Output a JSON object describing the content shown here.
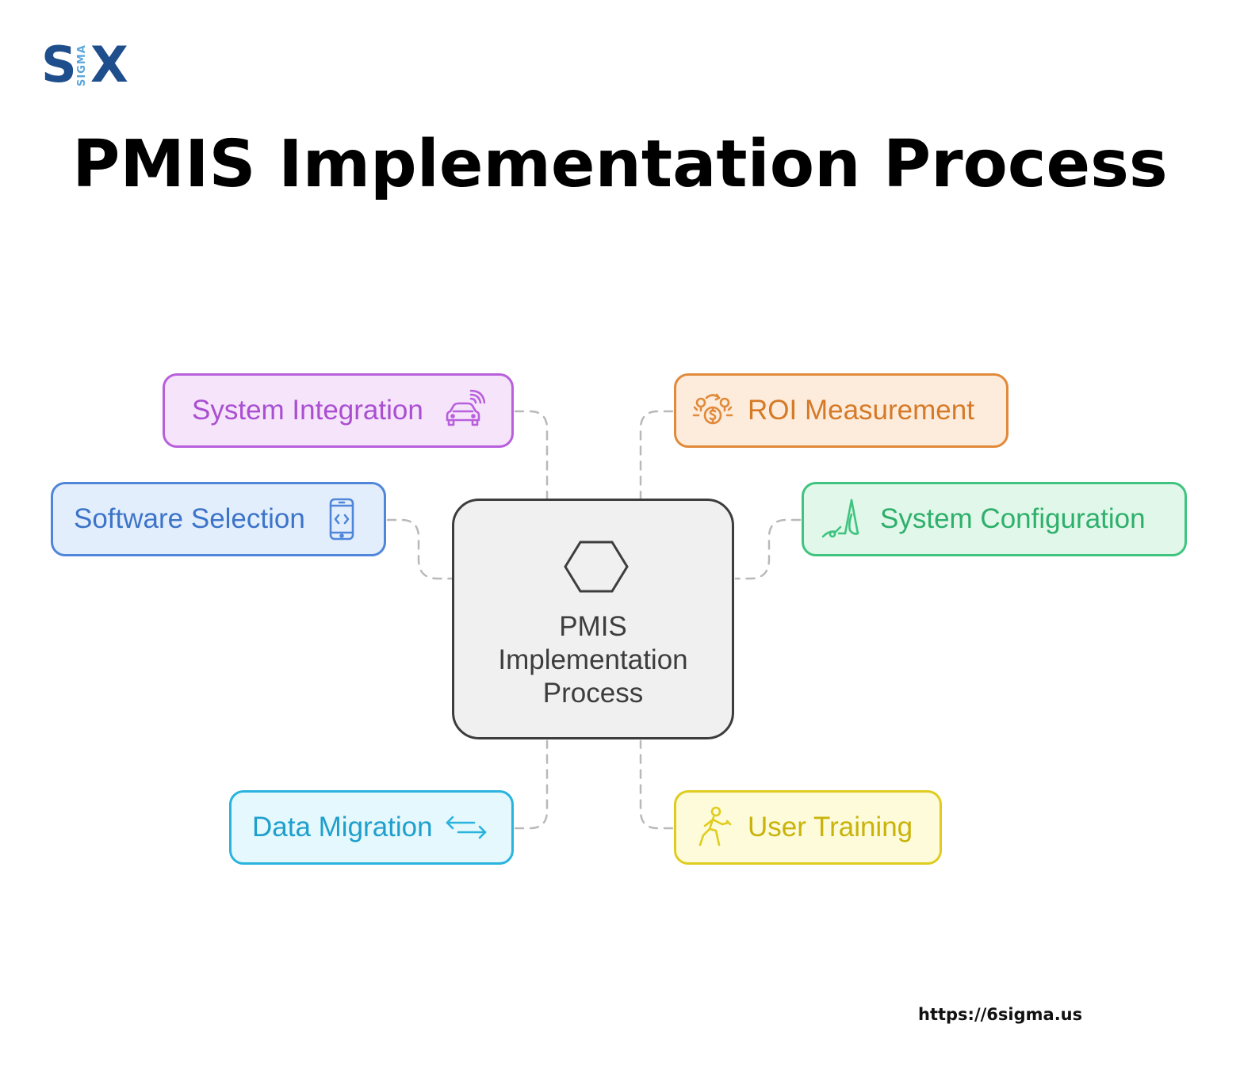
{
  "logo": {
    "left_letter": "S",
    "middle_text": "SIGMA",
    "right_letter": "X"
  },
  "title": "PMIS Implementation Process",
  "center": {
    "label_line1": "PMIS",
    "label_line2": "Implementation",
    "label_line3": "Process",
    "icon": "hexagon-icon"
  },
  "nodes": {
    "integration": {
      "label": "System Integration",
      "icon": "connected-car-icon",
      "color": "#b85fdc"
    },
    "software": {
      "label": "Software Selection",
      "icon": "mobile-code-icon",
      "color": "#4f86d9"
    },
    "migration": {
      "label": "Data Migration",
      "icon": "bidirectional-arrows-icon",
      "color": "#29b3de"
    },
    "roi": {
      "label": "ROI Measurement",
      "icon": "money-cycle-icon",
      "color": "#e08a3a"
    },
    "config": {
      "label": "System Configuration",
      "icon": "drafting-tool-icon",
      "color": "#3ec47f"
    },
    "training": {
      "label": "User Training",
      "icon": "exercising-person-icon",
      "color": "#e0cc1e"
    }
  },
  "footer": {
    "url": "https://6sigma.us"
  }
}
